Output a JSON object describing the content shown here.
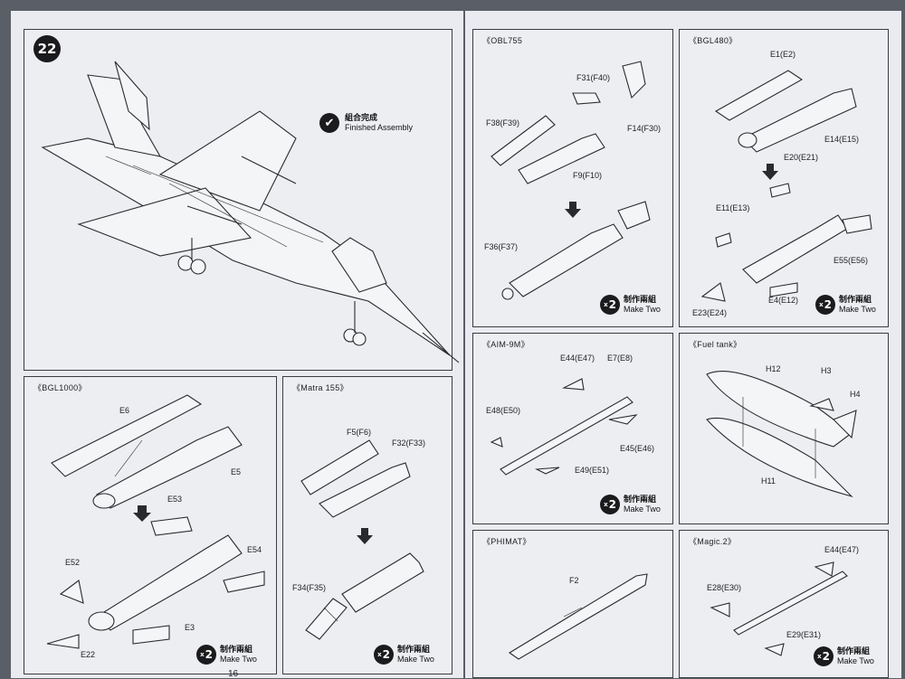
{
  "step": {
    "number": "22",
    "status_zh": "組合完成",
    "status_en": "Finished Assembly"
  },
  "page_number": "16",
  "make_two": {
    "count": "2",
    "x": "x",
    "zh": "制作兩組",
    "en": "Make Two"
  },
  "panels": {
    "obl755": {
      "title": "《OBL755",
      "parts": [
        "F31(F40)",
        "F38(F39)",
        "F14(F30)",
        "F9(F10)",
        "F36(F37)"
      ]
    },
    "bgl480": {
      "title": "《BGL480》",
      "parts": [
        "E1(E2)",
        "E14(E15)",
        "E20(E21)",
        "E11(E13)",
        "E55(E56)",
        "E4(E12)",
        "E23(E24)"
      ]
    },
    "bgl1000": {
      "title": "《BGL1000》",
      "parts": [
        "E6",
        "E5",
        "E53",
        "E52",
        "E54",
        "E3",
        "E22"
      ]
    },
    "matra155": {
      "title": "《Matra 155》",
      "parts": [
        "F5(F6)",
        "F32(F33)",
        "F34(F35)"
      ]
    },
    "aim9m": {
      "title": "《AIM-9M》",
      "parts": [
        "E44(E47)",
        "E7(E8)",
        "E48(E50)",
        "E45(E46)",
        "E49(E51)"
      ]
    },
    "fueltank": {
      "title": "《Fuel tank》",
      "parts": [
        "H12",
        "H3",
        "H4",
        "H11"
      ]
    },
    "phimat": {
      "title": "《PHIMAT》",
      "parts": [
        "F2"
      ]
    },
    "magic2": {
      "title": "《Magic.2》",
      "parts": [
        "E44(E47)",
        "E28(E30)",
        "E29(E31)"
      ]
    }
  }
}
